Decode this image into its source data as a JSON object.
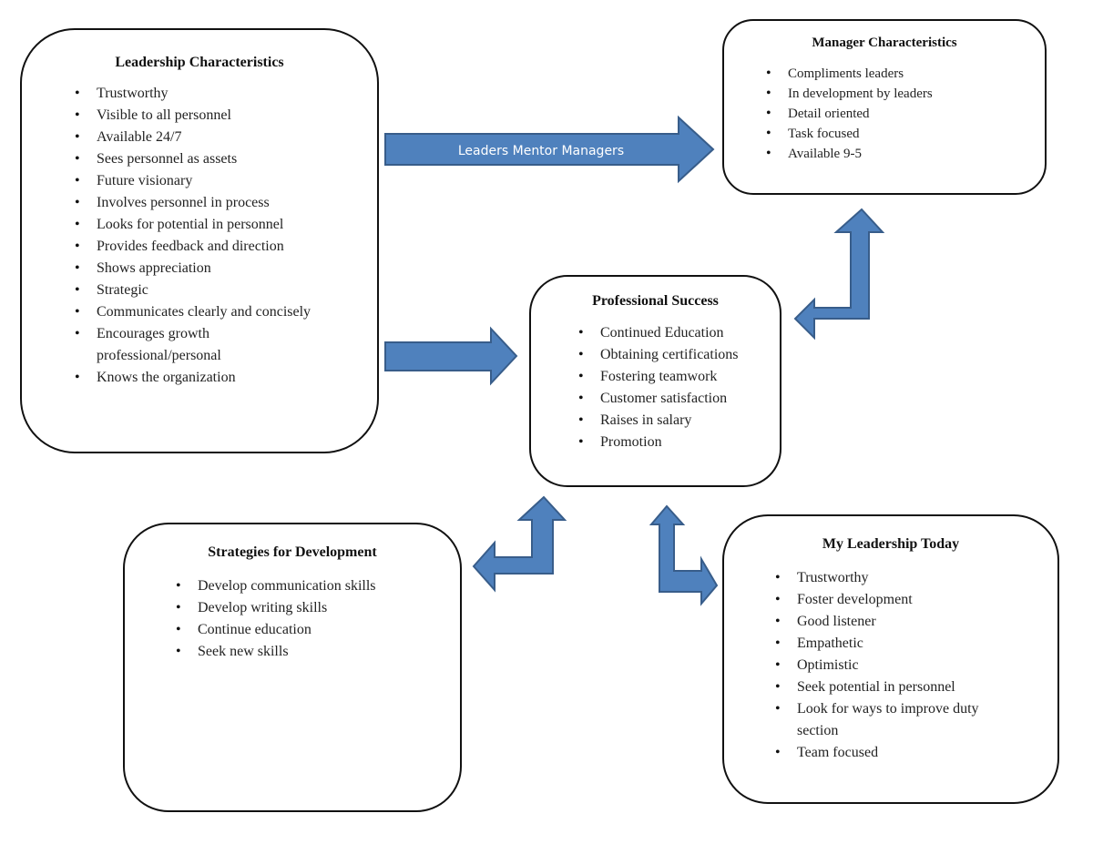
{
  "leadership": {
    "title": "Leadership Characteristics",
    "items": [
      "Trustworthy",
      "Visible to all personnel",
      "Available 24/7",
      "Sees personnel as assets",
      "Future visionary",
      "Involves personnel in process",
      "Looks for potential in personnel",
      "Provides feedback and direction",
      "Shows appreciation",
      "Strategic",
      "Communicates clearly and concisely",
      "Encourages growth professional/personal",
      "Knows the organization"
    ]
  },
  "manager": {
    "title": "Manager Characteristics",
    "items": [
      "Compliments leaders",
      "In development by leaders",
      "Detail oriented",
      "Task focused",
      "Available 9-5"
    ]
  },
  "success": {
    "title": "Professional Success",
    "items": [
      "Continued Education",
      "Obtaining certifications",
      "Fostering teamwork",
      "Customer satisfaction",
      "Raises in salary",
      "Promotion"
    ]
  },
  "strategies": {
    "title": "Strategies for Development",
    "items": [
      "Develop communication skills",
      "Develop writing skills",
      "Continue education",
      "Seek new skills"
    ]
  },
  "today": {
    "title": "My Leadership Today",
    "items": [
      "Trustworthy",
      "Foster development",
      "Good listener",
      "Empathetic",
      "Optimistic",
      "Seek potential in personnel",
      "Look for ways to improve duty section",
      "Team focused"
    ]
  },
  "arrows": {
    "mentor_label": "Leaders Mentor Managers"
  },
  "colors": {
    "arrow_fill": "#4f81bd",
    "arrow_stroke": "#385d8a",
    "box_border": "#111111"
  }
}
